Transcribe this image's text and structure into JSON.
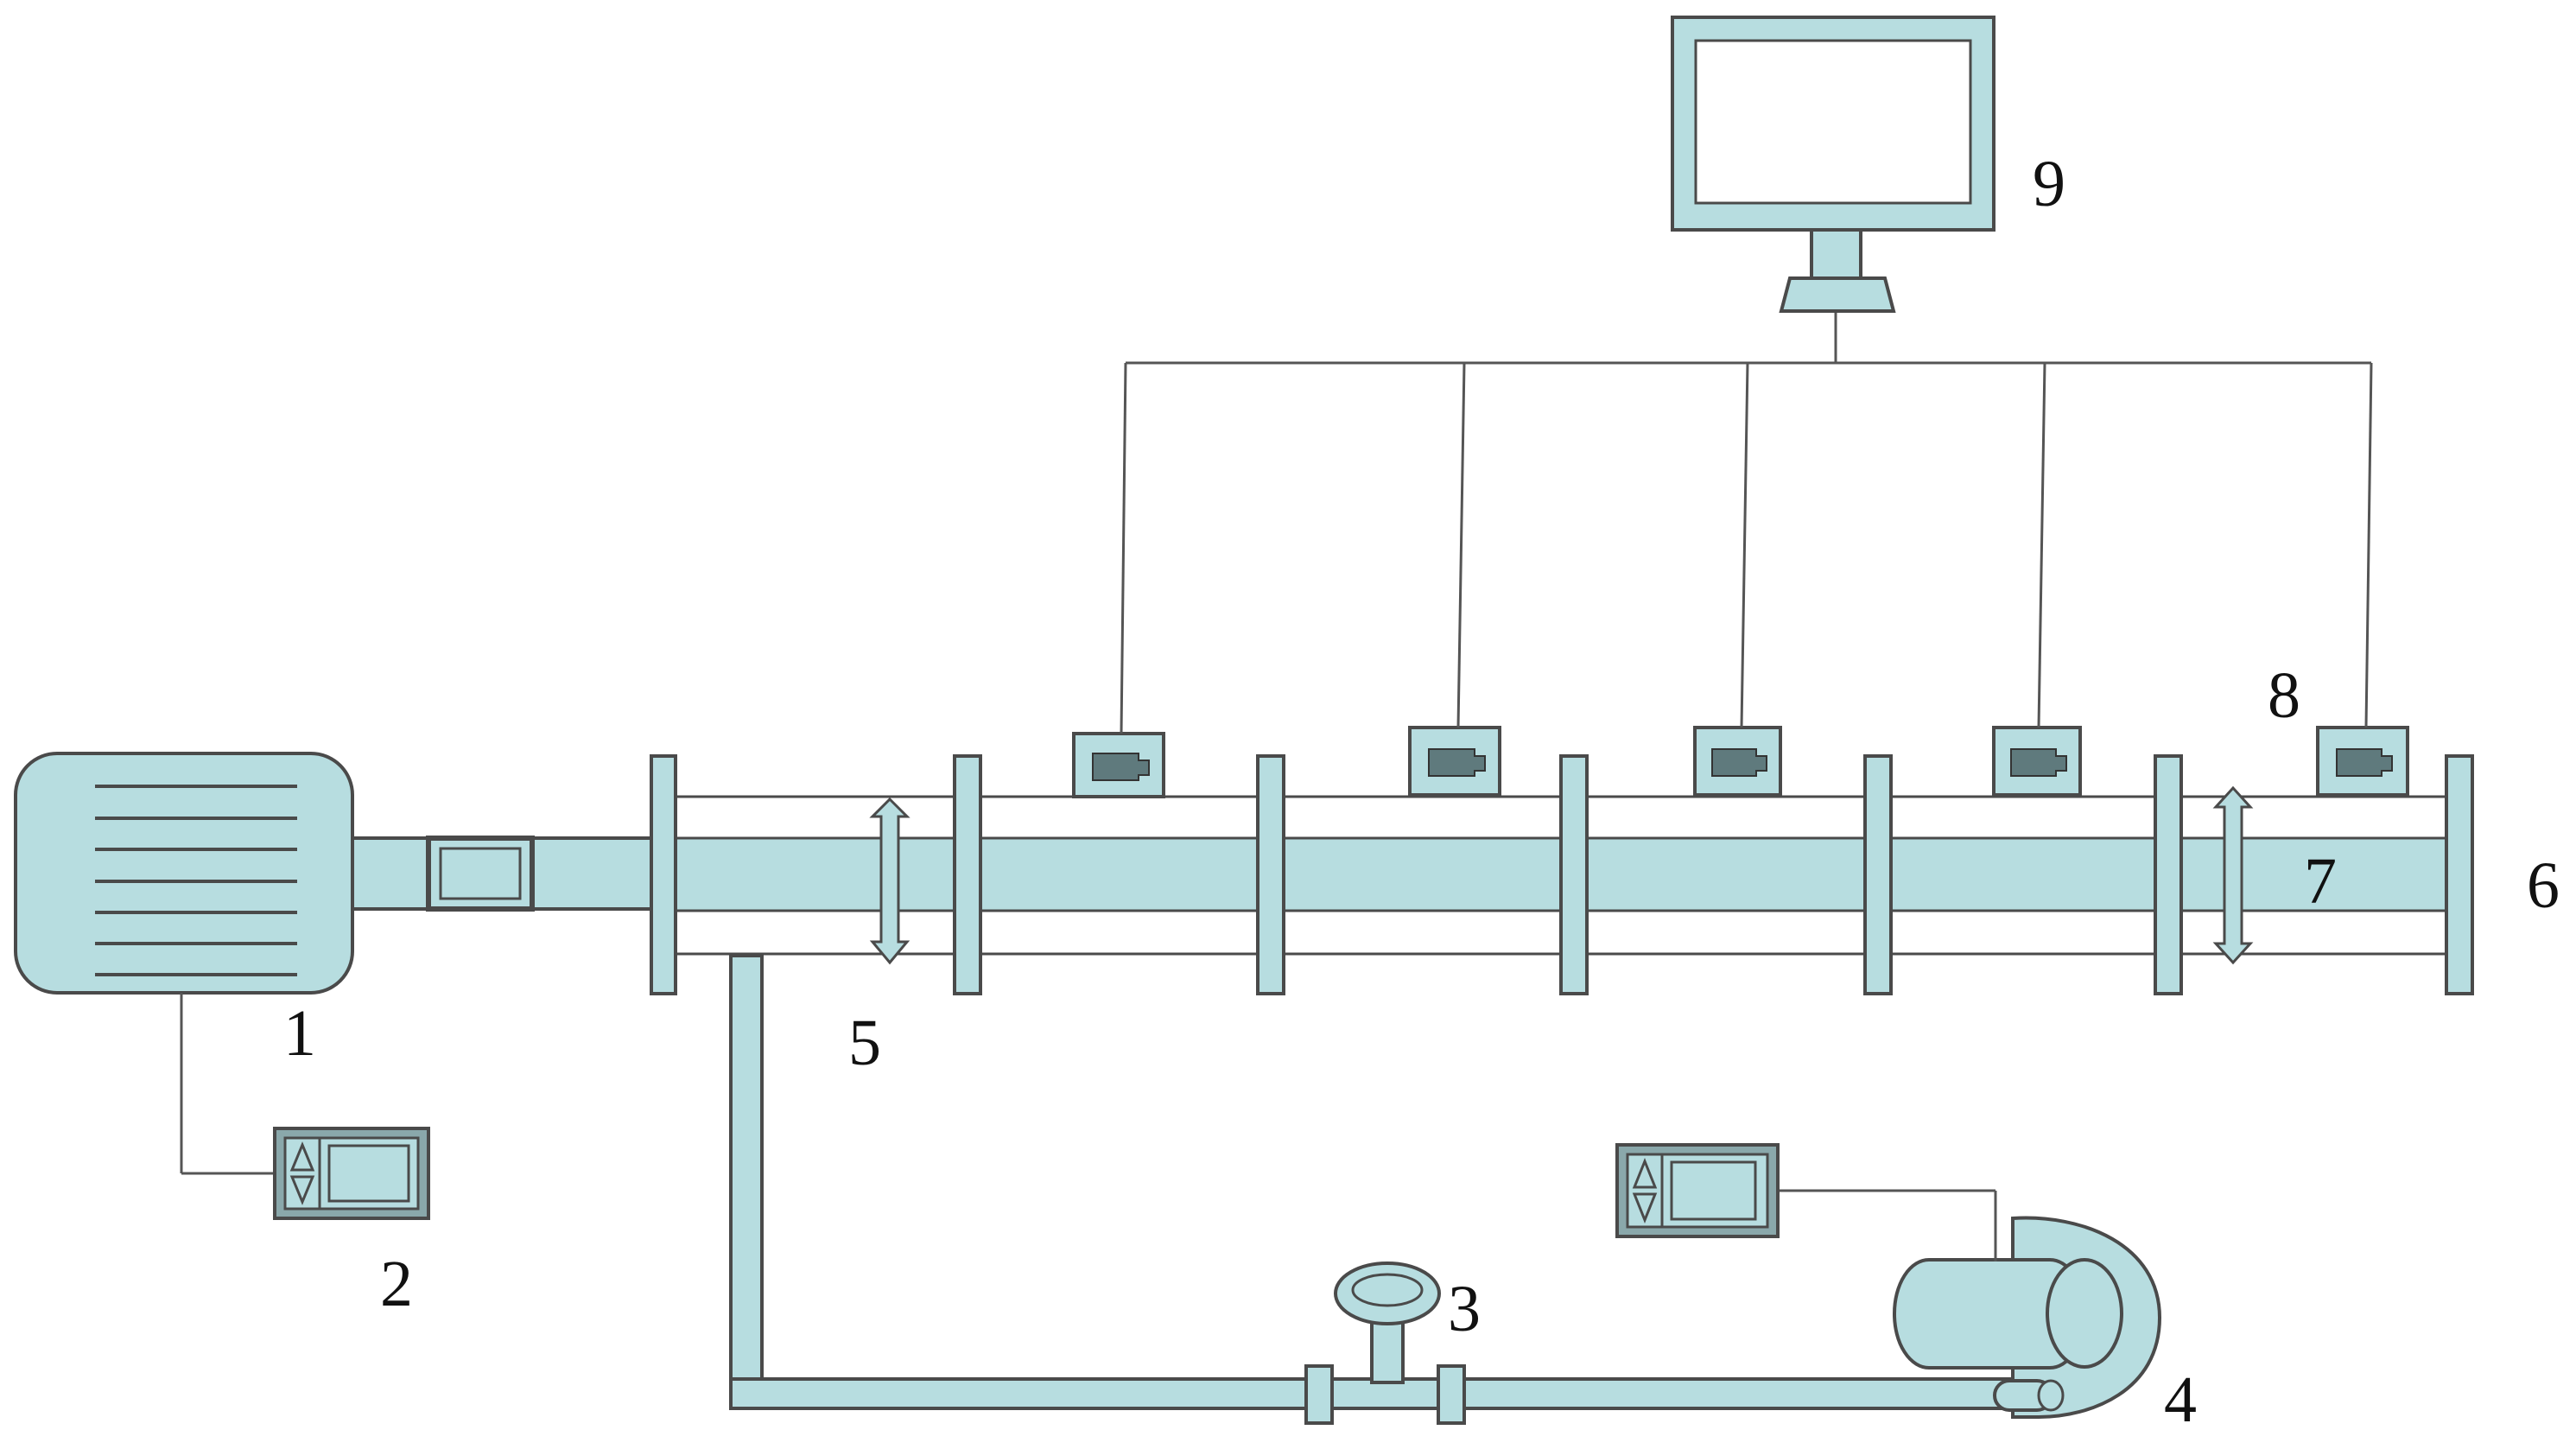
{
  "labels": {
    "l1": "1",
    "l2": "2",
    "l3": "3",
    "l4": "4",
    "l5": "5",
    "l6": "6",
    "l7": "7",
    "l8": "8",
    "l9": "9"
  },
  "colors": {
    "component_fill": "#b7dde0",
    "outline": "#4a4a4a",
    "sensor_inner": "#5f7a7d",
    "wire": "#555555"
  },
  "icons": {
    "fan": "fan-icon",
    "controller": "controller-icon",
    "computer": "monitor-icon",
    "sensor": "sensor-icon",
    "blower": "blower-icon",
    "valve": "valve-icon"
  }
}
